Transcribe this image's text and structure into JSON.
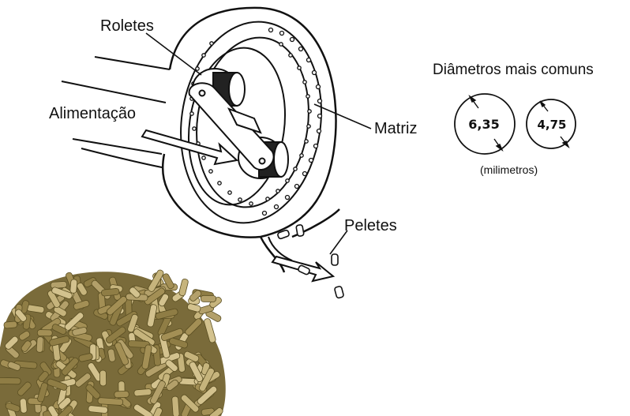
{
  "labels": {
    "roletes": "Roletes",
    "alimentacao": "Alimentação",
    "matriz": "Matriz",
    "peletes": "Peletes"
  },
  "diameters": {
    "title": "Diâmetros mais comuns",
    "values": [
      "6,35",
      "4,75"
    ],
    "unit": "(milimetros)"
  },
  "colors": {
    "line": "#111111",
    "pellet_light": "#b3a06a",
    "pellet_dark": "#6e6030",
    "pellet_mid": "#9a8850"
  }
}
